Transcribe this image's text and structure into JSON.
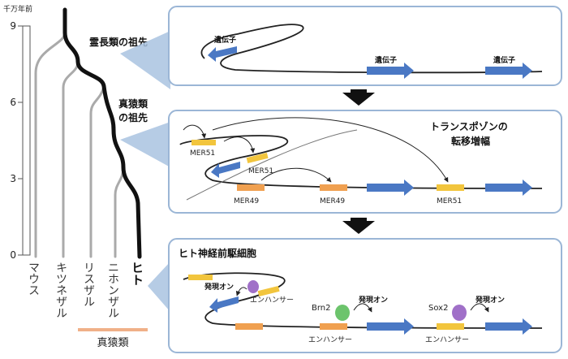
{
  "timeline": {
    "unit": "千万年前",
    "ticks": [
      "9",
      "6",
      "3",
      "0"
    ]
  },
  "species": [
    "マウス",
    "キツネザル",
    "リスザル",
    "ニホンザル",
    "ヒト"
  ],
  "clade_label": "真猿類",
  "ancestors": {
    "primate": "霊長類の祖先",
    "simian": [
      "真猿類",
      "の祖先"
    ]
  },
  "panel1": {
    "gene_labels": [
      "遺伝子",
      "遺伝子",
      "遺伝子"
    ]
  },
  "panel2": {
    "title": [
      "トランスポゾンの",
      "転移増幅"
    ],
    "mer_labels": [
      "MER51",
      "MER51",
      "MER49",
      "MER49",
      "MER51"
    ]
  },
  "panel3": {
    "title": "ヒト神経前駆細胞",
    "activation": "発現オン",
    "enhancer": "エンハンサー",
    "factors": [
      "Brn2",
      "Sox2"
    ]
  },
  "colors": {
    "gene_arrow": "#4a78c4",
    "mer51": "#f2c53d",
    "mer49": "#f0a050",
    "brn2": "#6cc46c",
    "sox2": "#a070c8",
    "panel_border": "#9bb6d6",
    "callout": "#a9c3e0",
    "clade_bar": "#f0b088"
  }
}
